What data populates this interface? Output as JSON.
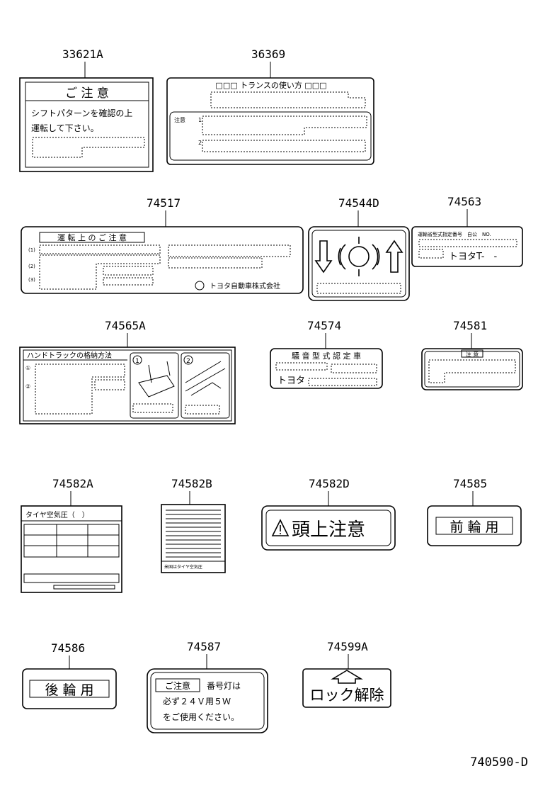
{
  "parts": {
    "p33621A": {
      "number": "33621A",
      "title": "ご 注 意",
      "line1": "シフトパターンを確認の上",
      "line2": "運転して下さい。"
    },
    "p36369": {
      "number": "36369",
      "title": "□□□ トランスの使い方 □□□",
      "note": "注意",
      "n1": "1",
      "n2": "2"
    },
    "p74517": {
      "number": "74517",
      "title": "運 転 上 の ご 注 意",
      "i1": "(1)",
      "i2": "(2)",
      "i3": "(3)",
      "maker": "トヨタ自動車株式会社"
    },
    "p74544D": {
      "number": "74544D"
    },
    "p74563": {
      "number": "74563",
      "line1": "運輸省型式指定番号　自公　NO.",
      "line2": "トヨタT-　-"
    },
    "p74565A": {
      "number": "74565A",
      "title": "ハンドトラックの格納方法",
      "c1": "①",
      "c2": "②"
    },
    "p74574": {
      "number": "74574",
      "title": "騒 音 型 式 認 定 車",
      "maker": "トヨタ"
    },
    "p74581": {
      "number": "74581",
      "title": "注 意"
    },
    "p74582A": {
      "number": "74582A",
      "title": "タイヤ空気圧（　）"
    },
    "p74582B": {
      "number": "74582B",
      "footer": "米国はタイヤ空気圧"
    },
    "p74582D": {
      "number": "74582D",
      "text": "頭上注意"
    },
    "p74585": {
      "number": "74585",
      "text": "前 輪 用"
    },
    "p74586": {
      "number": "74586",
      "text": "後 輪 用"
    },
    "p74587": {
      "number": "74587",
      "tag": "ご注意",
      "line1": "番号灯は",
      "line2": "必ず２４Ｖ用５Ｗ",
      "line3": "をご使用ください。"
    },
    "p74599A": {
      "number": "74599A",
      "text": "ロック解除"
    }
  },
  "footer": {
    "code": "740590-D"
  }
}
